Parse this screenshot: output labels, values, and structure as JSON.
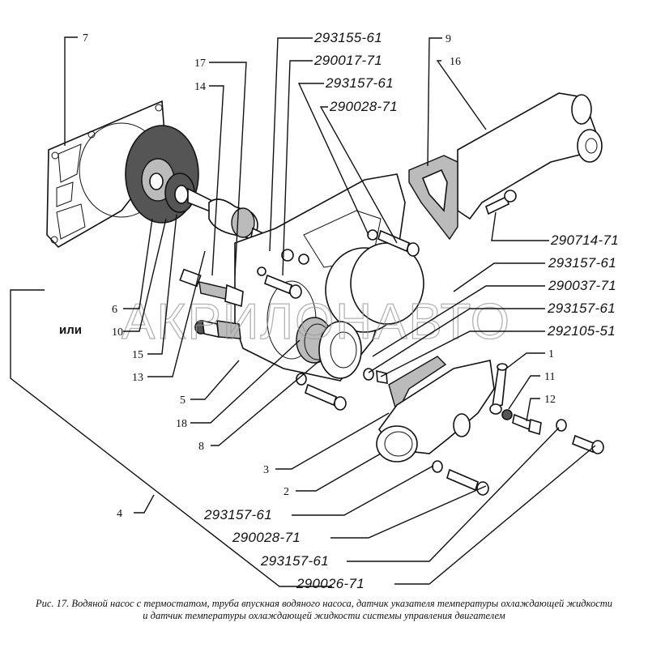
{
  "figure": {
    "caption_line1": "Рис. 17. Водяной насос с термостатом, труба впускная водяного насоса, датчик указателя температуры охлаждающей жидкости",
    "caption_line2": "и датчик температуры охлаждающей жидкости системы управления двигателем",
    "watermark": "АКРИЛОНАВТО",
    "alternative_label": "или"
  },
  "part_numbers": {
    "p1": "1",
    "p2": "2",
    "p3": "3",
    "p4": "4",
    "p5": "5",
    "p6": "6",
    "p7": "7",
    "p8": "8",
    "p9": "9",
    "p10": "10",
    "p11": "11",
    "p12": "12",
    "p13": "13",
    "p14": "14",
    "p15": "15",
    "p16": "16",
    "p17": "17",
    "p18": "18"
  },
  "catalog_codes": {
    "top_1": "293155-61",
    "top_2": "290017-71",
    "top_3": "293157-61",
    "top_4": "290028-71",
    "right_1": "290714-71",
    "right_2": "293157-61",
    "right_3": "290037-71",
    "right_4": "293157-61",
    "right_5": "292105-51",
    "bottom_1": "293157-61",
    "bottom_2": "290028-71",
    "bottom_3": "293157-61",
    "bottom_4": "290026-71"
  }
}
